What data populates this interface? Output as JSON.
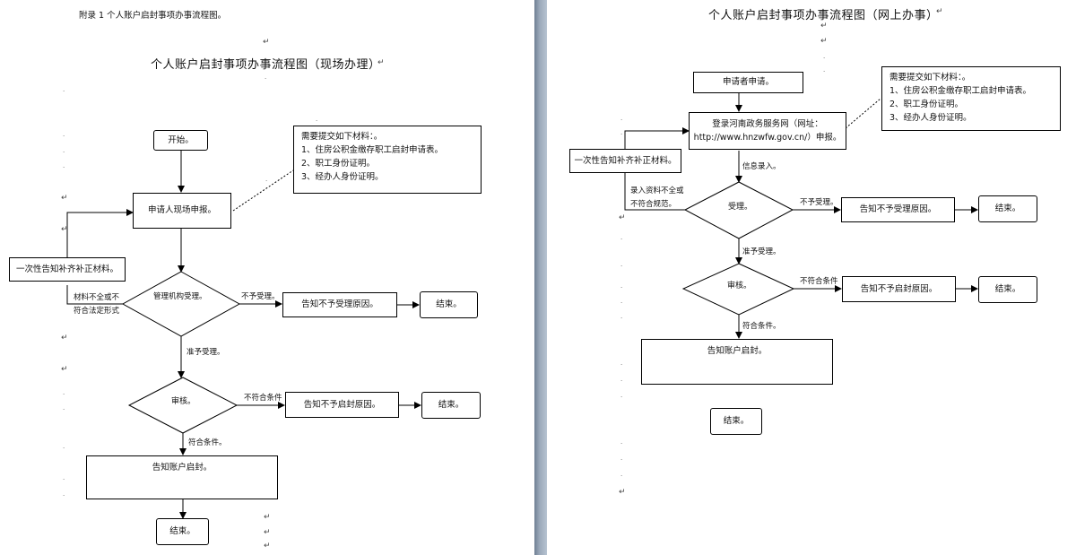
{
  "left": {
    "appendix": "附录 1 个人账户启封事项办事流程图。",
    "title": "个人账户启封事项办事流程图（现场办理）",
    "start": "开始。",
    "apply": "申请人现场申报。",
    "supplement": "一次性告知补齐补正材料。",
    "incomplete": "材料不全或不",
    "not_legal": "符合法定形式",
    "decide": "管理机构受理。",
    "not_accept": "不予受理。",
    "reject_accept": "告知不予受理原因。",
    "end1": "结束。",
    "accept": "准予受理。",
    "review": "审核。",
    "not_meet": "不符合条件",
    "reject_unseal": "告知不予启封原因。",
    "end2": "结束。",
    "meet": "符合条件。",
    "notify": "告知账户启封。",
    "end3": "结束。",
    "materials": {
      "heading": "需要提交如下材料：。",
      "items": [
        "1、住房公积金缴存职工启封申请表。",
        "2、职工身份证明。",
        "3、经办人身份证明。"
      ]
    }
  },
  "right": {
    "title": "个人账户启封事项办事流程图（网上办事）",
    "apply": "申请者申请。",
    "login_line1": "登录河南政务服务网（网址：",
    "login_line2": "http://www.hnzwfw.gov.cn/）申报。",
    "info_entry": "信息录入。",
    "supplement": "一次性告知补齐补正材料。",
    "incomplete": "录入资料不全或",
    "not_legal": "不符合规范。",
    "decide": "受理。",
    "not_accept": "不予受理。",
    "reject_accept": "告知不予受理原因。",
    "end1": "结束。",
    "accept": "准予受理。",
    "review": "审核。",
    "not_meet": "不符合条件",
    "reject_unseal": "告知不予启封原因。",
    "end2": "结束。",
    "meet": "符合条件。",
    "notify": "告知账户启封。",
    "end3": "结束。",
    "materials": {
      "heading": "需要提交如下材料：。",
      "items": [
        "1、住房公积金缴存职工启封申请表。",
        "2、职工身份证明。",
        "3、经办人身份证明。"
      ]
    }
  },
  "marks": {
    "para": "↵"
  }
}
